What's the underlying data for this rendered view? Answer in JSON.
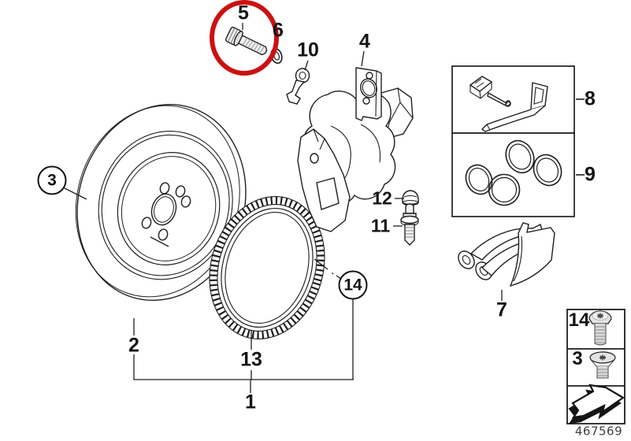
{
  "diagram": {
    "description": "Front wheel brake disc / caliper exploded parts diagram",
    "colors": {
      "highlight_red": "#cc1111",
      "line": "#1f1f1f",
      "background": "#ffffff"
    },
    "highlighted_callout": "5",
    "callouts": {
      "c1": "1",
      "c2": "2",
      "c3": "3",
      "c4": "4",
      "c5": "5",
      "c6": "6",
      "c7": "7",
      "c8": "8",
      "c9": "9",
      "c10": "10",
      "c11": "11",
      "c12": "12",
      "c13": "13",
      "c14": "14"
    },
    "legend": {
      "rows": [
        {
          "label": "14",
          "icon": "pan-head-screw-icon"
        },
        {
          "label": "3",
          "icon": "countersunk-screw-icon"
        },
        {
          "label": "",
          "icon": "direction-arrow-icon"
        }
      ]
    },
    "footer": {
      "drawing_number": "467569"
    }
  }
}
